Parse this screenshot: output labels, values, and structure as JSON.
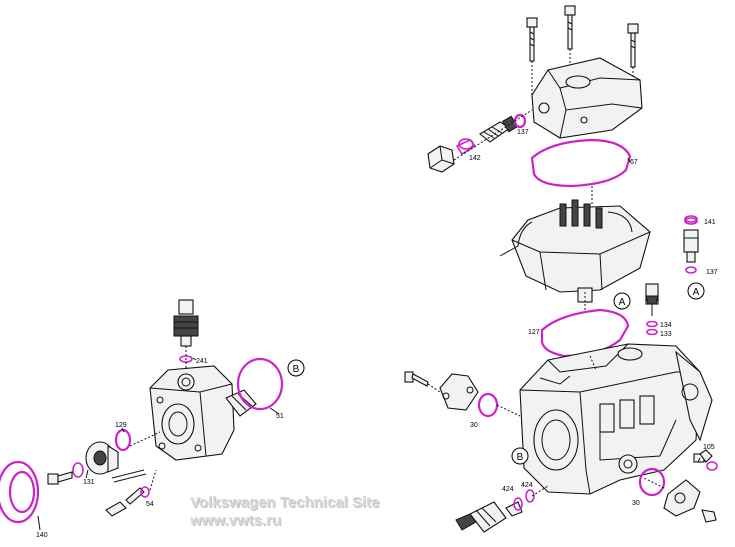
{
  "labels": {
    "l141": "141",
    "l137a": "137",
    "l137b": "137",
    "l142": "142",
    "l67": "67",
    "l127": "127",
    "l134": "134",
    "l133": "133",
    "l105": "105",
    "l30a": "30",
    "l30b": "30",
    "l424a": "424",
    "l424b": "424",
    "l241": "241",
    "l51": "51",
    "l129": "129",
    "l131": "131",
    "l54": "54",
    "l140": "140"
  },
  "callouts": {
    "a_top": "A",
    "a_right": "A",
    "b_left": "B",
    "b_bottom": "B"
  },
  "watermark": {
    "line1": "Volkswagen Technical Site",
    "line2": "www.vwts.ru"
  },
  "colors": {
    "seal": "#cc22cc",
    "outline": "#111111",
    "fill": "#f2f2f2"
  }
}
